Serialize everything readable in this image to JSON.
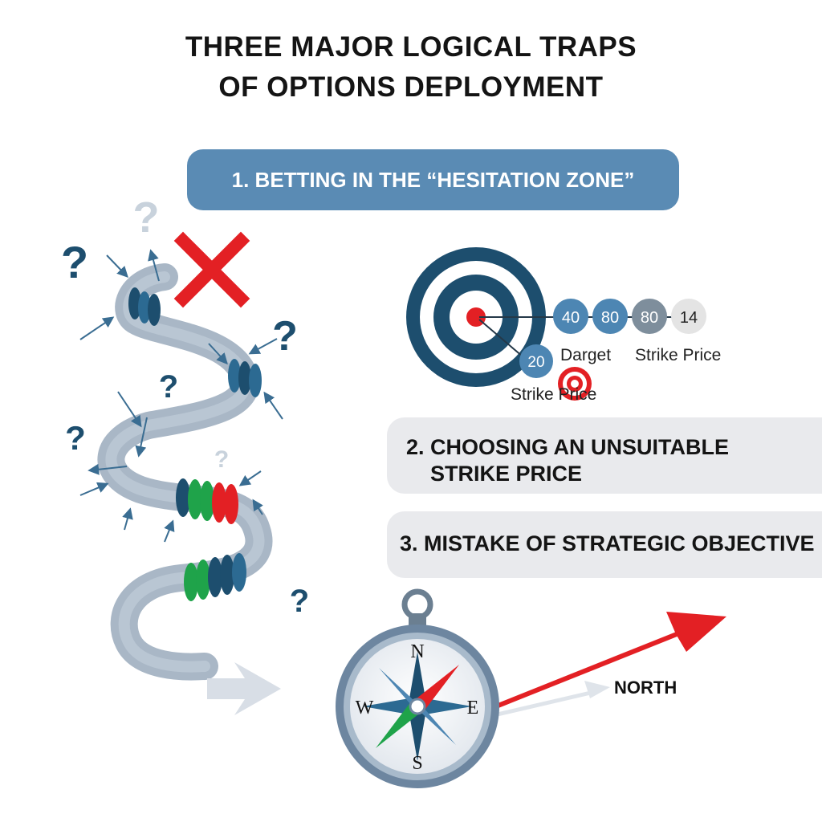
{
  "title": {
    "line1": "THREE MAJOR LOGICAL TRAPS",
    "line2": "OF OPTIONS DEPLOYMENT"
  },
  "sections": [
    {
      "label": "1. BETTING IN THE “HESITATION ZONE”"
    },
    {
      "line1": "2. CHOOSING AN UNSUITABLE",
      "line2": "STRIKE PRICE"
    },
    {
      "label": "3. MISTAKE OF STRATEGIC OBJECTIVE"
    }
  ],
  "target": {
    "bubbles": [
      "40",
      "80",
      "80",
      "14"
    ],
    "bubble_small": "20",
    "label_target": "Darget",
    "label_strike_right": "Strike Price",
    "label_strike_left": "Strike Price"
  },
  "compass": {
    "n": "N",
    "s": "S",
    "e": "E",
    "w": "W",
    "arrow_label": "NORTH"
  },
  "question_mark": "?",
  "colors": {
    "banner_blue": "#5a8bb4",
    "navy": "#1d4e6e",
    "red": "#e32024",
    "green": "#1fa34a",
    "panel_gray": "#e9eaed",
    "tube_gray": "#a9b7c6"
  },
  "icons": [
    "question-mark-icon",
    "cross-icon",
    "target-icon",
    "compass-icon",
    "arrow-icon"
  ]
}
